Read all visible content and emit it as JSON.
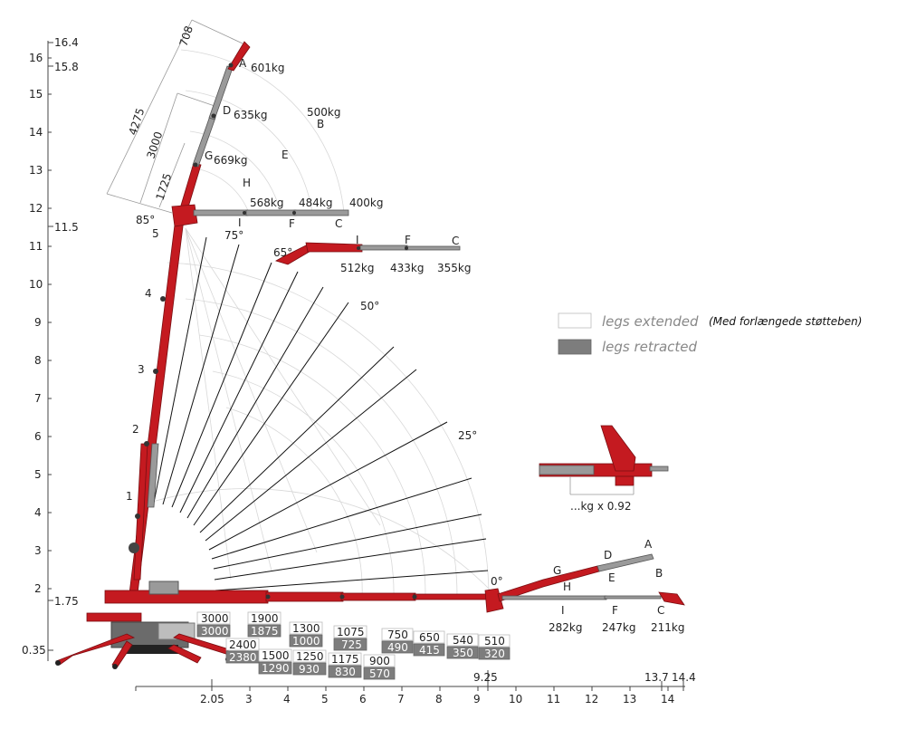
{
  "legend": {
    "extended": "legs extended",
    "retracted": "legs retracted",
    "note": "(Med forlængede støtteben)",
    "colors": {
      "extended": "#ffffff",
      "retracted": "#7d7d7d",
      "boom": "#c41a20"
    }
  },
  "y_axis": {
    "ticks": [
      "2",
      "3",
      "4",
      "5",
      "6",
      "7",
      "8",
      "9",
      "10",
      "11",
      "12",
      "13",
      "14",
      "15",
      "16"
    ],
    "special": [
      "16.4",
      "15.8",
      "11.5",
      "1.75",
      "0.35"
    ]
  },
  "x_axis": {
    "ticks": [
      "3",
      "4",
      "5",
      "6",
      "7",
      "8",
      "9",
      "10",
      "11",
      "12",
      "13",
      "14"
    ],
    "special": [
      "2.05",
      "9.25",
      "13.7",
      "14.4"
    ]
  },
  "angles": [
    "85°",
    "75°",
    "65°",
    "50°",
    "25°",
    "0°"
  ],
  "dimensions": [
    "708",
    "4275",
    "3000",
    "1725"
  ],
  "boom_sections": [
    "1",
    "2",
    "3",
    "4",
    "5"
  ],
  "top_points": [
    {
      "pt": "A",
      "load": "601kg"
    },
    {
      "pt": "D",
      "load": "635kg"
    },
    {
      "pt": "G",
      "load": "669kg"
    },
    {
      "pt": "H",
      "load": ""
    },
    {
      "pt": "E",
      "load": ""
    },
    {
      "pt": "B",
      "load": "500kg"
    }
  ],
  "row85": [
    {
      "pt": "I",
      "load": "568kg"
    },
    {
      "pt": "F",
      "load": "484kg"
    },
    {
      "pt": "C",
      "load": "400kg"
    }
  ],
  "row65": [
    {
      "pt": "I",
      "load": "512kg"
    },
    {
      "pt": "F",
      "load": "433kg"
    },
    {
      "pt": "C",
      "load": "355kg"
    }
  ],
  "row0": [
    {
      "pt": "A",
      "load": ""
    },
    {
      "pt": "B",
      "load": ""
    },
    {
      "pt": "D",
      "load": ""
    },
    {
      "pt": "E",
      "load": ""
    },
    {
      "pt": "G",
      "load": ""
    },
    {
      "pt": "H",
      "load": ""
    },
    {
      "pt": "I",
      "load": "282kg"
    },
    {
      "pt": "F",
      "load": "247kg"
    },
    {
      "pt": "C",
      "load": "211kg"
    }
  ],
  "jib_note": "...kg x 0.92",
  "load_table": [
    {
      "extended": "3000",
      "retracted": "3000"
    },
    {
      "extended": "2400",
      "retracted": "2380"
    },
    {
      "extended": "1900",
      "retracted": "1875"
    },
    {
      "extended": "1500",
      "retracted": "1290"
    },
    {
      "extended": "1300",
      "retracted": "1000"
    },
    {
      "extended": "1250",
      "retracted": "930"
    },
    {
      "extended": "1075",
      "retracted": "725"
    },
    {
      "extended": "1175",
      "retracted": "830"
    },
    {
      "extended": "900",
      "retracted": "570"
    },
    {
      "extended": "750",
      "retracted": "490"
    },
    {
      "extended": "650",
      "retracted": "415"
    },
    {
      "extended": "540",
      "retracted": "350"
    },
    {
      "extended": "510",
      "retracted": "320"
    }
  ]
}
